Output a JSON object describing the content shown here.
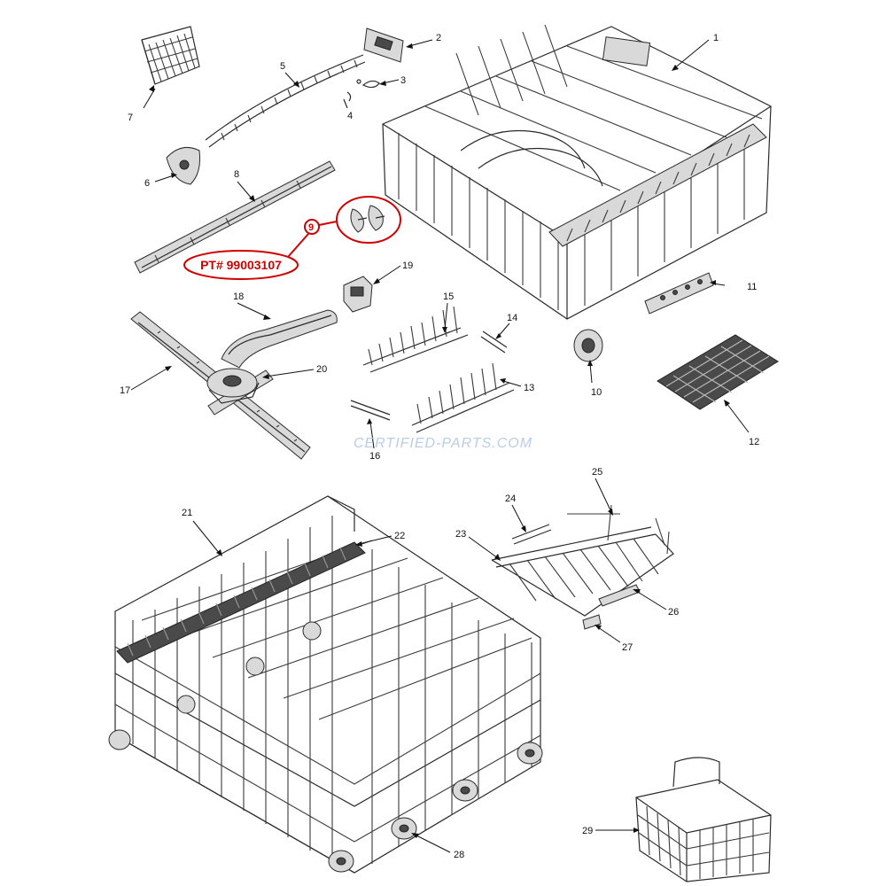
{
  "highlight": {
    "part_number_label": "PT# 99003107",
    "callout": "9"
  },
  "watermark": "CERTIFIED-PARTS.COM",
  "callouts": [
    "1",
    "2",
    "3",
    "4",
    "5",
    "6",
    "7",
    "8",
    "10",
    "11",
    "12",
    "13",
    "14",
    "15",
    "16",
    "17",
    "18",
    "19",
    "20",
    "21",
    "22",
    "23",
    "24",
    "25",
    "26",
    "27",
    "28",
    "29"
  ],
  "colors": {
    "highlight": "#d00000",
    "watermark": "#b9cde6",
    "line": "#2a2a2a"
  }
}
